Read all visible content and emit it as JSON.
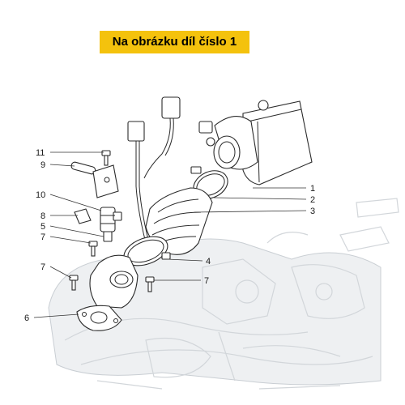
{
  "banner": {
    "text": "Na obrázku díl číslo 1"
  },
  "callouts": [
    {
      "id": "c1",
      "label": "1"
    },
    {
      "id": "c2",
      "label": "2"
    },
    {
      "id": "c3",
      "label": "3"
    },
    {
      "id": "c4",
      "label": "4"
    },
    {
      "id": "c5",
      "label": "5"
    },
    {
      "id": "c6",
      "label": "6"
    },
    {
      "id": "c7a",
      "label": "7"
    },
    {
      "id": "c7b",
      "label": "7"
    },
    {
      "id": "c7c",
      "label": "7"
    },
    {
      "id": "c8",
      "label": "8"
    },
    {
      "id": "c9",
      "label": "9"
    },
    {
      "id": "c10",
      "label": "10"
    },
    {
      "id": "c11",
      "label": "11"
    }
  ],
  "colors": {
    "banner": "#f4c20d",
    "line": "#2a2a2a",
    "background_parts": "#d2d6da"
  }
}
